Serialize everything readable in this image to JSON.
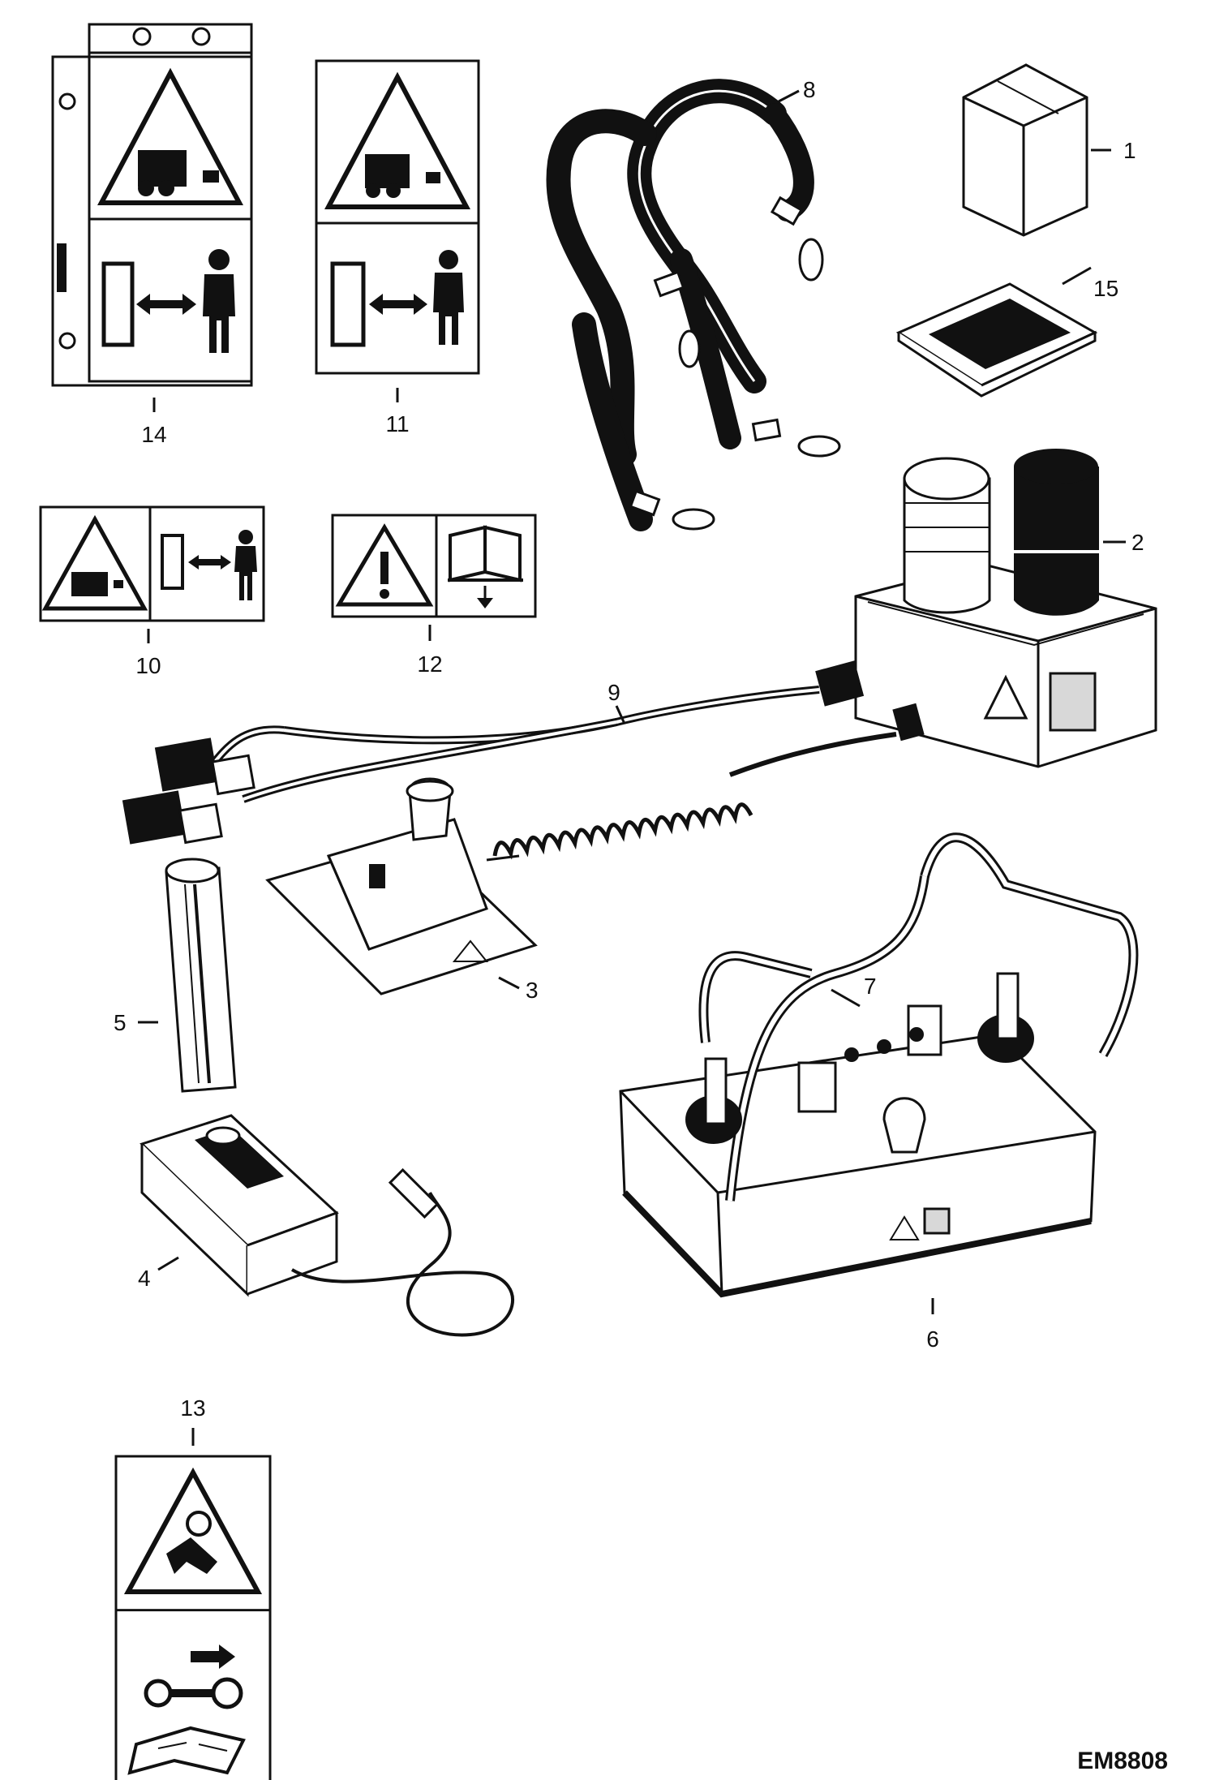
{
  "document_id": "EM8808",
  "callouts": {
    "p1": "1",
    "p2": "2",
    "p3": "3",
    "p4": "4",
    "p5": "5",
    "p6": "6",
    "p7": "7",
    "p8": "8",
    "p9": "9",
    "p10": "10",
    "p11": "11",
    "p12": "12",
    "p13": "13",
    "p14": "14",
    "p15": "15"
  },
  "icons": {
    "warning": "warning-triangle-icon",
    "person": "person-icon",
    "double_arrow": "double-arrow-icon",
    "manual": "manual-book-icon",
    "key": "key-icon"
  }
}
